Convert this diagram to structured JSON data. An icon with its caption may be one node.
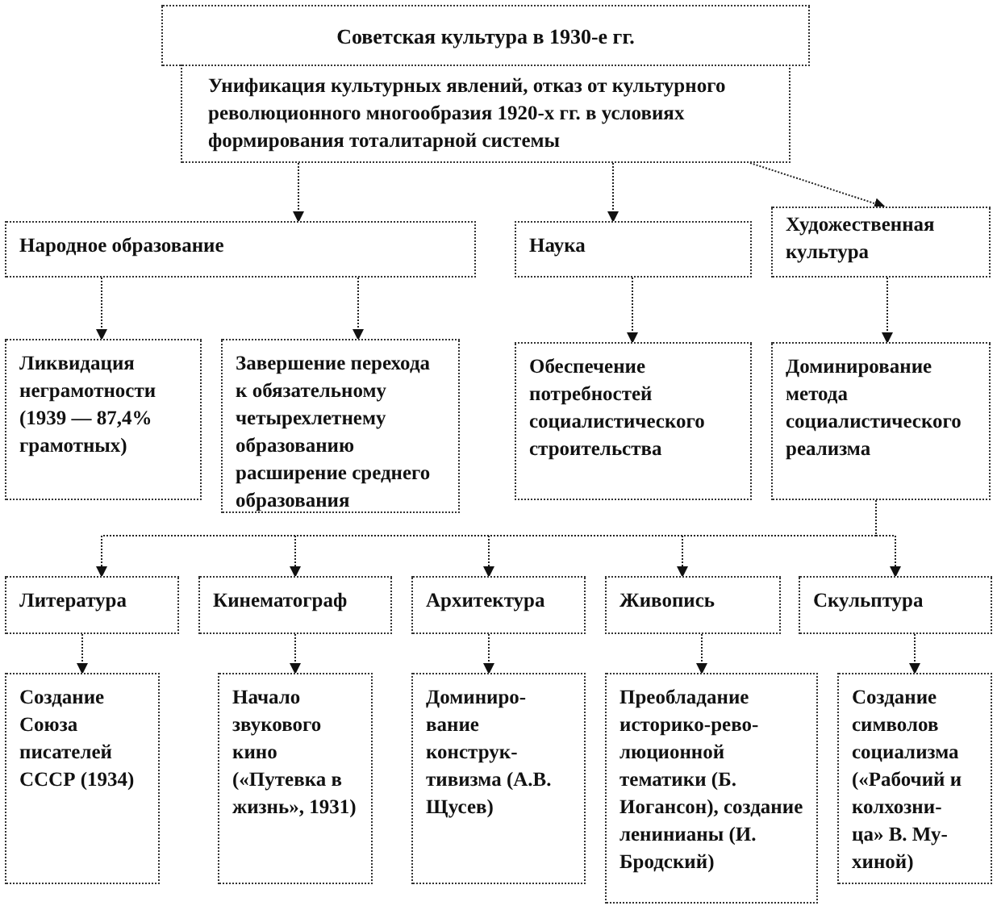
{
  "diagram": {
    "nodes": [
      {
        "text": [
          "Советская культура в 1930-е гг."
        ]
      },
      {
        "text": [
          "Унификация культурных явлений, отказ от культурного революционного многообразия 1920-х гг. в условиях формирования тоталитарной системы"
        ]
      },
      {
        "text": [
          "Народное образование"
        ]
      },
      {
        "text": [
          "Наука"
        ]
      },
      {
        "text": [
          "Художественная культура"
        ]
      },
      {
        "text": [
          "Ликвидация неграмотности (1939 — 87,4% грамотных)"
        ]
      },
      {
        "text": [
          "Завершение перехода к обязательному четырехлетнему образованию расширение среднего образования"
        ]
      },
      {
        "text": [
          "Обеспечение потребностей социалистического строительства"
        ]
      },
      {
        "text": [
          "Доминирование метода социалистического реализма"
        ]
      },
      {
        "text": [
          "Литература"
        ]
      },
      {
        "text": [
          "Кинематограф"
        ]
      },
      {
        "text": [
          "Архитектура"
        ]
      },
      {
        "text": [
          "Живопись"
        ]
      },
      {
        "text": [
          "Скульптура"
        ]
      },
      {
        "text": [
          "Создание Союза писателей СССР (1934)"
        ]
      },
      {
        "text": [
          "Начало звукового кино («Путевка в жизнь», 1931)"
        ]
      },
      {
        "text": [
          "Доминиро- вание конструк- тивизма (А.В. Щусев)"
        ]
      },
      {
        "text": [
          "Преобладание историко-рево- люционной тематики (Б. Иогансон), создание ленинианы (И. Бродский)"
        ]
      },
      {
        "text": [
          "Создание символов социализма («Рабочий и колхозни- ца» В. Му- хиной)"
        ]
      }
    ],
    "edges": [
      {
        "from": 1,
        "to": 2,
        "arrow": "to"
      },
      {
        "from": 1,
        "to": 3,
        "arrow": "to"
      },
      {
        "from": 1,
        "to": 4,
        "arrow": "to"
      },
      {
        "from": 2,
        "to": 5,
        "arrow": "to"
      },
      {
        "from": 2,
        "to": 6,
        "arrow": "to"
      },
      {
        "from": 3,
        "to": 7,
        "arrow": "to"
      },
      {
        "from": 4,
        "to": 8,
        "arrow": "to"
      },
      {
        "from": 8,
        "to": 9,
        "arrow": "to"
      },
      {
        "from": 8,
        "to": 10,
        "arrow": "to"
      },
      {
        "from": 8,
        "to": 11,
        "arrow": "to"
      },
      {
        "from": 8,
        "to": 12,
        "arrow": "to"
      },
      {
        "from": 8,
        "to": 13,
        "arrow": "to"
      },
      {
        "from": 9,
        "to": 14,
        "arrow": "to"
      },
      {
        "from": 10,
        "to": 15,
        "arrow": "to"
      },
      {
        "from": 11,
        "to": 16,
        "arrow": "to"
      },
      {
        "from": 12,
        "to": 17,
        "arrow": "to"
      },
      {
        "from": 13,
        "to": 18,
        "arrow": "to"
      }
    ]
  }
}
